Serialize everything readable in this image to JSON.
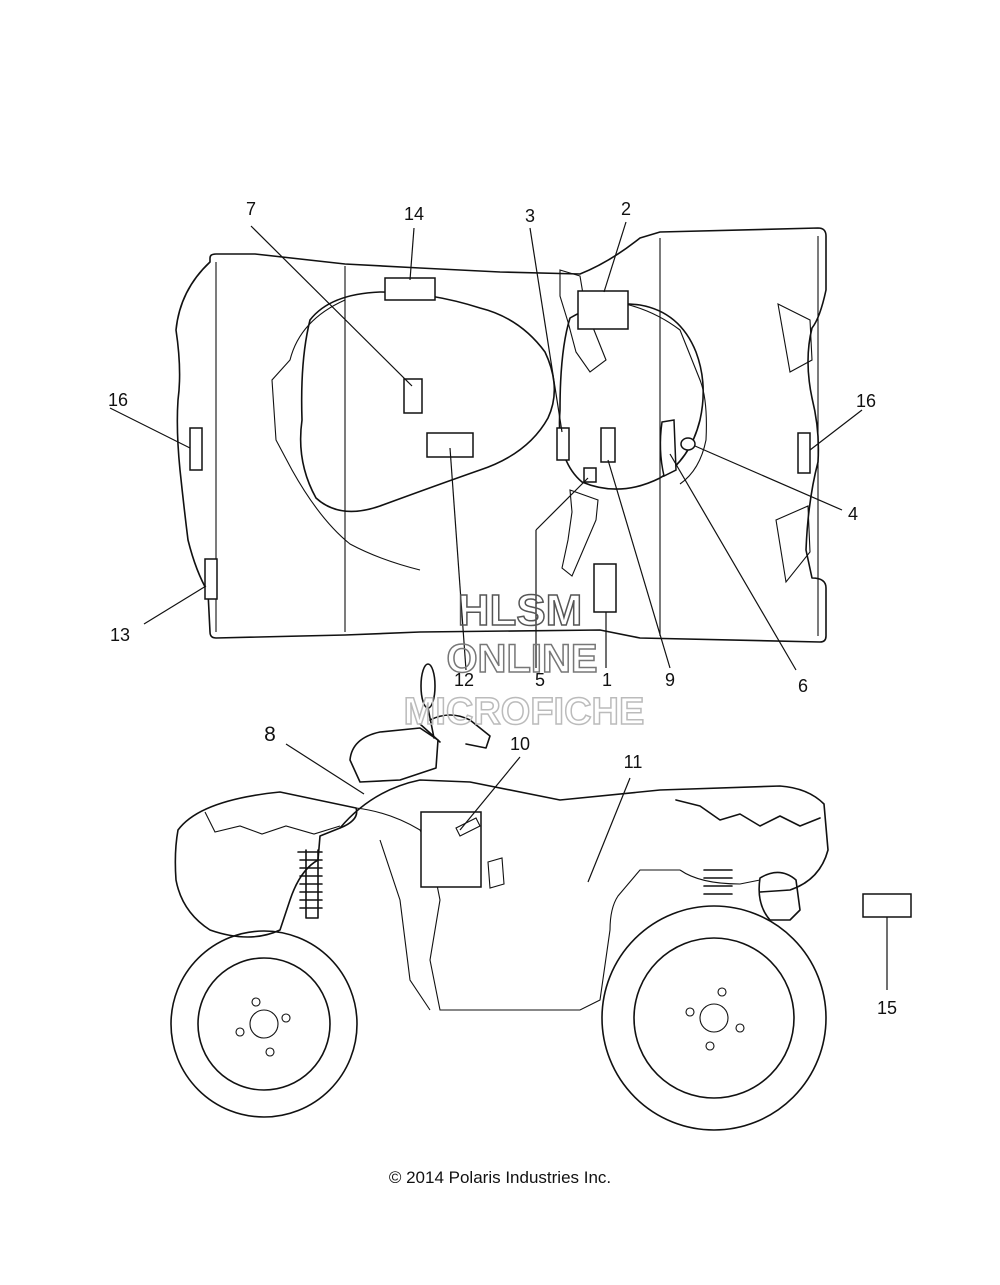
{
  "callouts": {
    "c1": "1",
    "c2": "2",
    "c3": "3",
    "c4": "4",
    "c5": "5",
    "c6": "6",
    "c7": "7",
    "c8": "8",
    "c9": "9",
    "c10": "10",
    "c11": "11",
    "c12": "12",
    "c13": "13",
    "c14": "14",
    "c15": "15",
    "c16_left": "16",
    "c16_right": "16"
  },
  "watermark": {
    "line1": "HLSM",
    "line2": "ONLINE",
    "line3": "MICROFICHE"
  },
  "copyright": "© 2014 Polaris Industries Inc."
}
